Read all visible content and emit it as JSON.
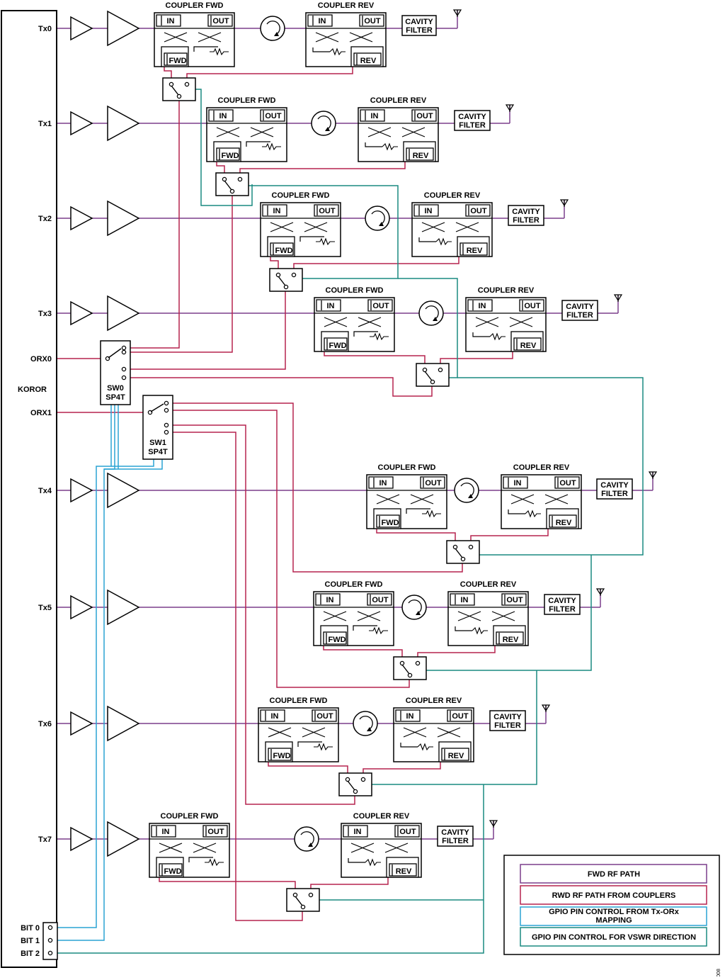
{
  "colors": {
    "fwd_path": "#7b3f8c",
    "rwd_path": "#b5234f",
    "gpio_mapping": "#2aa3d4",
    "gpio_vswr": "#1a8a80",
    "ink": "#000000"
  },
  "transceiver": {
    "name": "KOROR",
    "tx_labels": [
      "Tx0",
      "Tx1",
      "Tx2",
      "Tx3",
      "Tx4",
      "Tx5",
      "Tx6",
      "Tx7"
    ],
    "orx_labels": [
      "ORX0",
      "ORX1"
    ],
    "bit_labels": [
      "BIT 0",
      "BIT 1",
      "BIT 2"
    ]
  },
  "switches": [
    {
      "line1": "SW0",
      "line2": "SP4T"
    },
    {
      "line1": "SW1",
      "line2": "SP4T"
    }
  ],
  "coupler": {
    "fwd_title": "COUPLER FWD",
    "rev_title": "COUPLER REV",
    "port_in": "IN",
    "port_out": "OUT",
    "port_fwd": "FWD",
    "port_rev": "REV"
  },
  "filter": {
    "line1": "CAVITY",
    "line2": "FILTER"
  },
  "legend": [
    {
      "label": "FWD RF PATH",
      "color": "#7b3f8c"
    },
    {
      "label": "RWD RF PATH FROM COUPLERS",
      "color": "#b5234f"
    },
    {
      "label": "GPIO PIN CONTROL FROM Tx-ORx MAPPING",
      "color": "#2aa3d4"
    },
    {
      "label": "GPIO PIN CONTROL FOR VSWR DIRECTION",
      "color": "#1a8a80"
    }
  ],
  "figure_id": "008"
}
